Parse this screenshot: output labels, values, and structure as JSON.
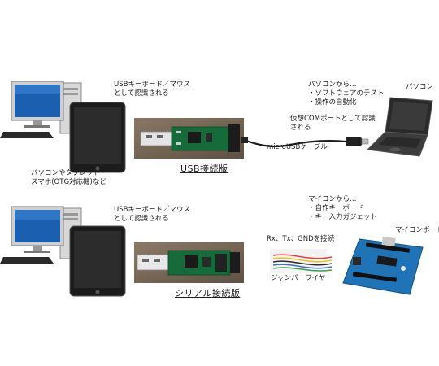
{
  "top": {
    "left_caption_line1": "パソコンやタブレット・",
    "left_caption_line2": "スマホ(OTG対応機)など",
    "usb_label_line1": "USBキーボード／マウス",
    "usb_label_line2": "として認識される",
    "device_title": "USB接続版",
    "cable_label": "microUSBケーブル",
    "com_label_line1": "仮想COMポートとして認識",
    "com_label_line2": "される",
    "from_pc_title": "パソコンから…",
    "from_pc_item1": "・ソフトウェアのテスト",
    "from_pc_item2": "・操作の自動化",
    "laptop_label": "パソコン"
  },
  "bottom": {
    "usb_label_line1": "USBキーボード／マウス",
    "usb_label_line2": "として認識される",
    "device_title": "シリアル接続版",
    "connect_label": "Rx、Tx、GNDを接続",
    "wire_label": "ジャンパーワイヤー",
    "from_mcu_title": "マイコンから…",
    "from_mcu_item1": "・自作キーボード",
    "from_mcu_item2": "・キー入力ガジェット",
    "board_label": "マイコンボード"
  }
}
